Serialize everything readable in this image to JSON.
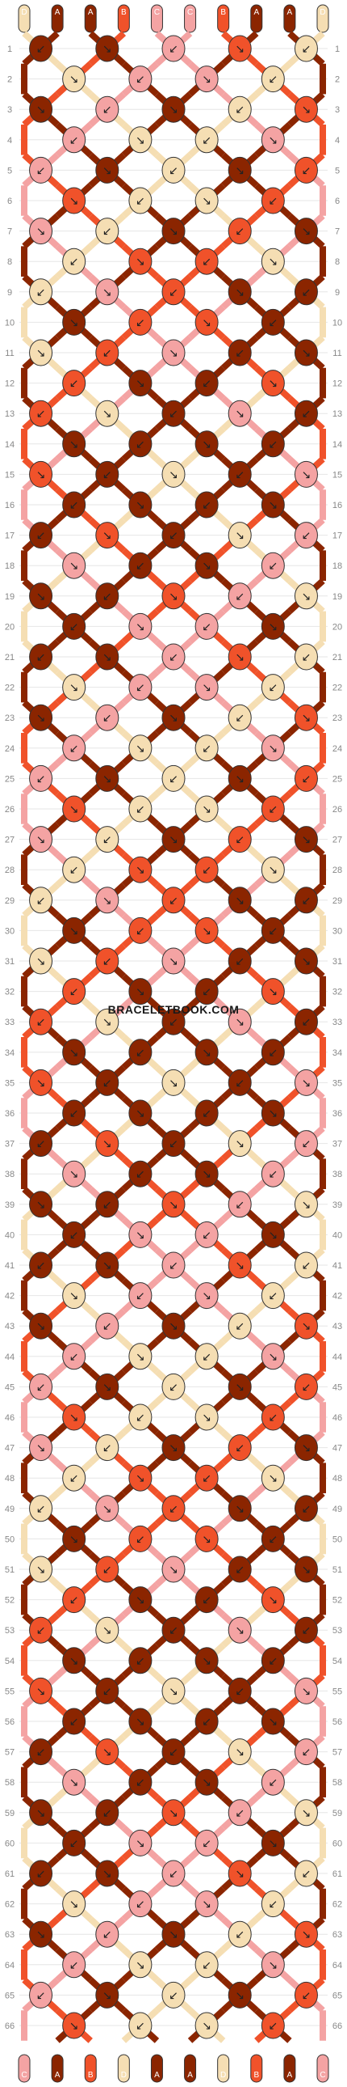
{
  "strand_letters": [
    "D",
    "A",
    "A",
    "B",
    "C",
    "C",
    "B",
    "A",
    "A",
    "D"
  ],
  "colors": {
    "A": "#8B2500",
    "B": "#F0522A",
    "C": "#F4A3A3",
    "D": "#F5DEB3"
  },
  "row_count": 66,
  "watermark": "BRACELETBOOK.COM"
}
